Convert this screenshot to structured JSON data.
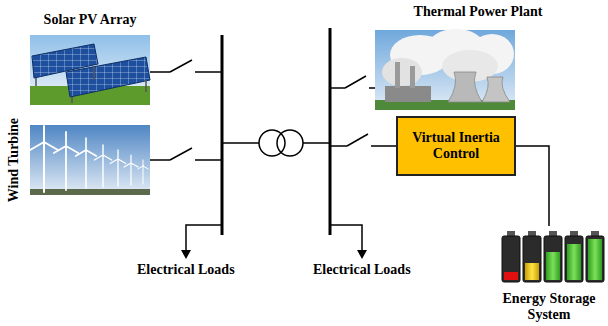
{
  "diagram": {
    "nodes": [
      {
        "text": [
          "Solar PV Array"
        ]
      },
      {
        "text": [
          "Wind Turbine"
        ]
      },
      {
        "text": [
          "Thermal Power Plant"
        ]
      },
      {
        "text": [
          "Virtual Inertia Control"
        ]
      },
      {
        "text": [
          "Energy Storage System"
        ]
      }
    ],
    "edges": [
      {
        "from": 3,
        "to": 4,
        "arrow": "none"
      }
    ],
    "labels": [
      "Electrical Loads",
      "Electrical Loads"
    ]
  }
}
